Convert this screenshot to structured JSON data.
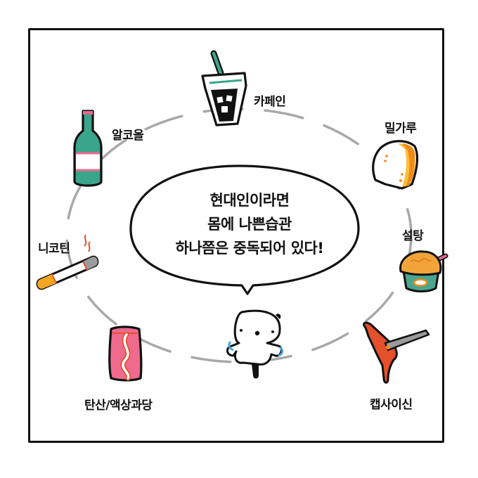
{
  "frame": {
    "border_color": "#111111",
    "background": "#ffffff"
  },
  "bubble": {
    "lines": [
      "현대인이라면",
      "몸에 나쁜습관",
      "하나쯤은 중독되어 있다!"
    ]
  },
  "items": [
    {
      "id": "caffeine",
      "label": "카페인",
      "icon": "iced-coffee-cup-icon",
      "colors": [
        "#3aa58a",
        "#111111"
      ]
    },
    {
      "id": "flour",
      "label": "밀가루",
      "icon": "bread-slice-icon",
      "colors": [
        "#f28a16",
        "#fbbf3a"
      ]
    },
    {
      "id": "sugar",
      "label": "설탕",
      "icon": "ice-cream-cup-icon",
      "colors": [
        "#f2a43a",
        "#49a58f",
        "#e36a8c"
      ]
    },
    {
      "id": "capsaicin",
      "label": "캡사이신",
      "icon": "tteokbokki-skewer-icon",
      "colors": [
        "#e4502c",
        "#9b9b9b"
      ]
    },
    {
      "id": "soda",
      "label": "탄산/액상과당",
      "icon": "soda-can-icon",
      "colors": [
        "#ef6a8d",
        "#e4502c"
      ]
    },
    {
      "id": "nicotine",
      "label": "니코틴",
      "icon": "cigarette-icon",
      "colors": [
        "#f5a623",
        "#9b9b9b",
        "#e4502c"
      ]
    },
    {
      "id": "alcohol",
      "label": "알코올",
      "icon": "soju-bottle-icon",
      "colors": [
        "#3aa58a",
        "#ef6a8d"
      ]
    }
  ],
  "character": {
    "icon": "panda-character-icon",
    "accent": "#4aa3df"
  },
  "cycle": {
    "stroke": "#a8a8a8",
    "style": "dashed"
  }
}
